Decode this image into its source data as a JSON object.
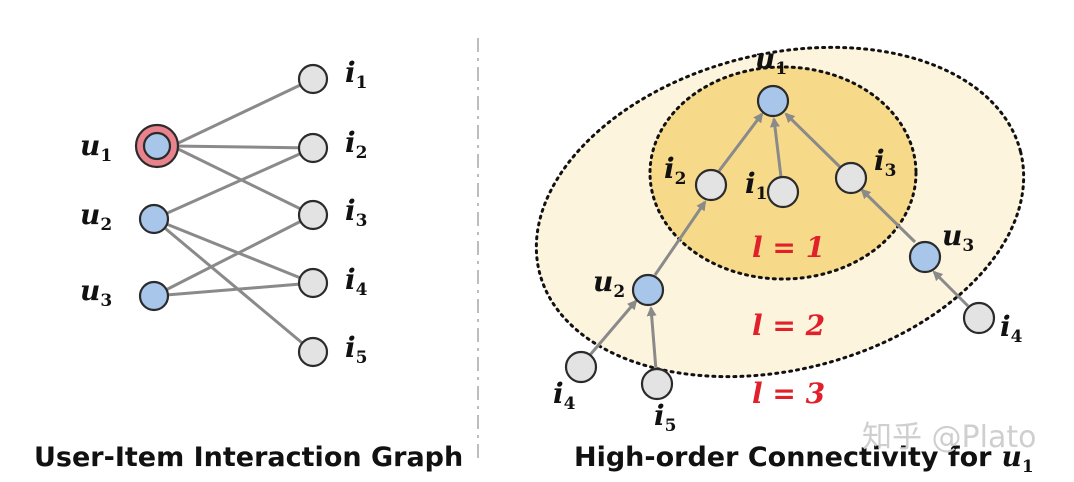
{
  "left_graph": {
    "users": [
      {
        "symbol": "u",
        "sub": "1"
      },
      {
        "symbol": "u",
        "sub": "2"
      },
      {
        "symbol": "u",
        "sub": "3"
      }
    ],
    "items": [
      {
        "symbol": "i",
        "sub": "1"
      },
      {
        "symbol": "i",
        "sub": "2"
      },
      {
        "symbol": "i",
        "sub": "3"
      },
      {
        "symbol": "i",
        "sub": "4"
      },
      {
        "symbol": "i",
        "sub": "5"
      }
    ],
    "caption": "User-Item Interaction Graph"
  },
  "right_graph": {
    "root": {
      "symbol": "u",
      "sub": "1"
    },
    "layer1": [
      {
        "symbol": "i",
        "sub": "2"
      },
      {
        "symbol": "i",
        "sub": "1"
      },
      {
        "symbol": "i",
        "sub": "3"
      }
    ],
    "layer2": [
      {
        "symbol": "u",
        "sub": "2"
      },
      {
        "symbol": "u",
        "sub": "3"
      }
    ],
    "layer3": [
      {
        "symbol": "i",
        "sub": "4"
      },
      {
        "symbol": "i",
        "sub": "5"
      },
      {
        "symbol": "i",
        "sub": "4"
      }
    ],
    "layer_labels": [
      "l = 1",
      "l = 2",
      "l = 3"
    ],
    "caption_prefix": "High-order Connectivity for",
    "caption_symbol": "u",
    "caption_sub": "1"
  },
  "colors": {
    "user_node": "#a7c6ea",
    "item_node": "#e3e3e3",
    "highlight_ring": "#e8828c",
    "inner_ellipse": "#f7d98a",
    "outer_ellipse": "#fdf4de",
    "layer_label": "#e0202a"
  },
  "watermark": "知乎 @Plato"
}
